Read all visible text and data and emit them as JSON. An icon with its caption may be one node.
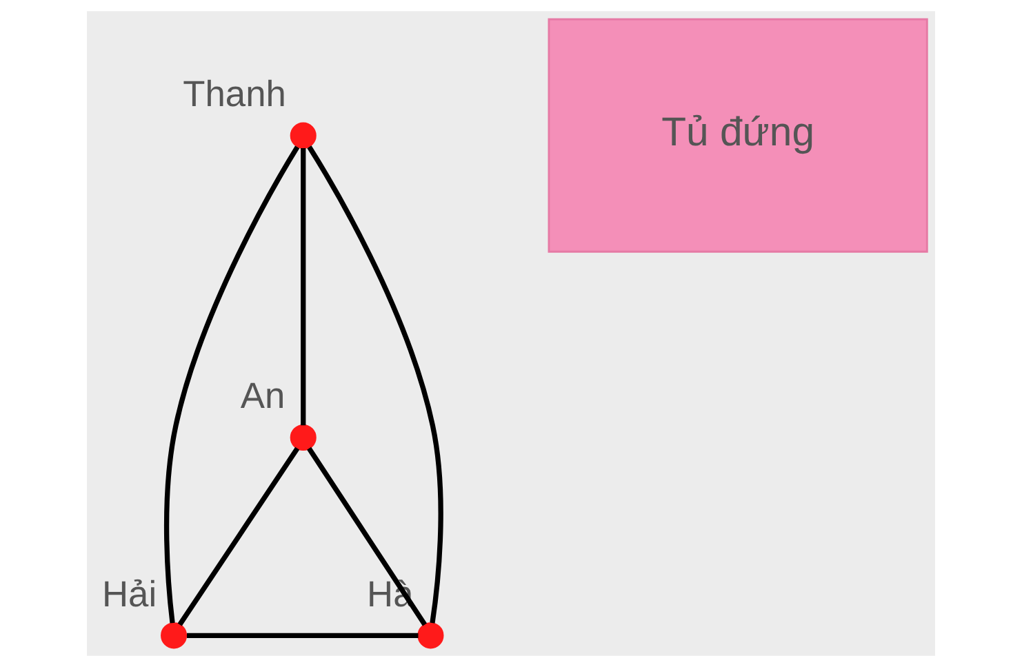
{
  "diagram": {
    "nodes": [
      {
        "text": [],
        "shape": "circle",
        "beside": [
          "An"
        ]
      },
      {
        "text": [],
        "shape": "circle",
        "beside": [
          "Thanh"
        ]
      },
      {
        "text": [
          "Tủ đứng"
        ]
      },
      {
        "text": [],
        "shape": "circle",
        "beside": [
          "Hải"
        ]
      },
      {
        "text": [],
        "shape": "circle",
        "beside": [
          "Hà"
        ]
      }
    ],
    "edges": [
      {
        "from": 1,
        "to": 0,
        "arrow": "none"
      },
      {
        "from": 0,
        "to": 3,
        "arrow": "none"
      },
      {
        "from": 0,
        "to": 4,
        "arrow": "none"
      },
      {
        "from": 1,
        "to": 3,
        "arrow": "none"
      },
      {
        "from": 1,
        "to": 4,
        "arrow": "none"
      },
      {
        "from": 3,
        "to": 4,
        "arrow": "none"
      }
    ]
  }
}
